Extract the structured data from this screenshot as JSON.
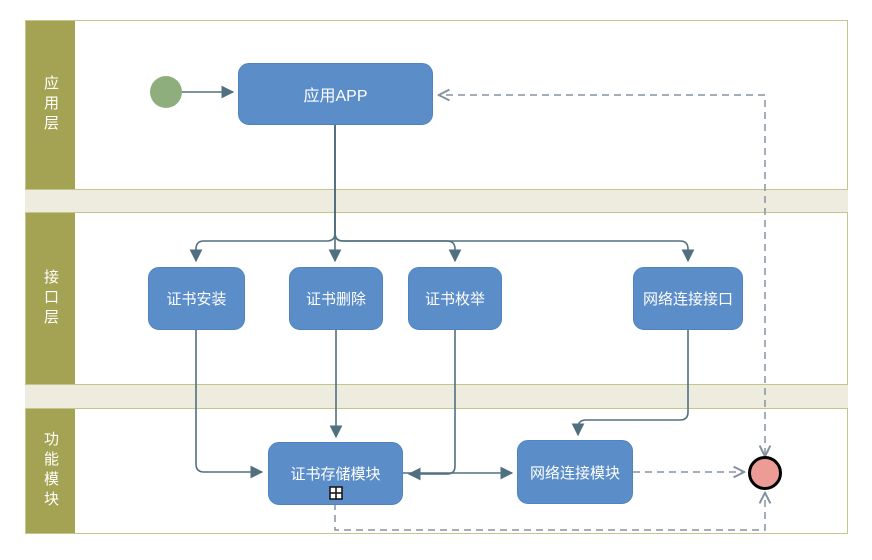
{
  "colors": {
    "lane_strip": "#a4a353",
    "lane_border": "#c6c58c",
    "lane_gap": "#edecdf",
    "node_fill": "#5b8dc8",
    "node_border": "#4f83c0",
    "node_text": "#ffffff",
    "start_fill": "#8fae7d",
    "end_fill": "#ec9b95",
    "end_border": "#000000",
    "flow_line": "#50707f",
    "dash_line": "#8593a0"
  },
  "lanes": [
    {
      "id": "application-layer",
      "label": "应用层"
    },
    {
      "id": "interface-layer",
      "label": "接口层"
    },
    {
      "id": "function-module",
      "label": "功能模块"
    }
  ],
  "nodes": {
    "app": {
      "label": "应用APP"
    },
    "cert_install": {
      "label": "证书安装"
    },
    "cert_delete": {
      "label": "证书删除"
    },
    "cert_enum": {
      "label": "证书枚举"
    },
    "net_interface": {
      "label": "网络连接接口"
    },
    "cert_storage": {
      "label": "证书存储模块"
    },
    "net_module": {
      "label": "网络连接模块"
    }
  },
  "events": {
    "start": {
      "name": "start-event"
    },
    "end": {
      "name": "end-event"
    }
  },
  "flows": [
    {
      "from": "start",
      "to": "app",
      "style": "solid"
    },
    {
      "from": "app",
      "to": "cert_install",
      "style": "solid"
    },
    {
      "from": "app",
      "to": "cert_delete",
      "style": "solid"
    },
    {
      "from": "app",
      "to": "cert_enum",
      "style": "solid"
    },
    {
      "from": "app",
      "to": "net_interface",
      "style": "solid"
    },
    {
      "from": "cert_install",
      "to": "cert_storage",
      "style": "solid"
    },
    {
      "from": "cert_delete",
      "to": "cert_storage",
      "style": "solid"
    },
    {
      "from": "cert_enum",
      "to": "cert_storage",
      "style": "solid"
    },
    {
      "from": "net_interface",
      "to": "net_module",
      "style": "solid"
    },
    {
      "from": "cert_storage",
      "to": "net_module",
      "style": "solid"
    },
    {
      "from": "net_module",
      "to": "end",
      "style": "dashed"
    },
    {
      "from": "cert_storage",
      "to": "end",
      "style": "dashed"
    },
    {
      "from": "end",
      "to": "app",
      "style": "dashed"
    }
  ]
}
